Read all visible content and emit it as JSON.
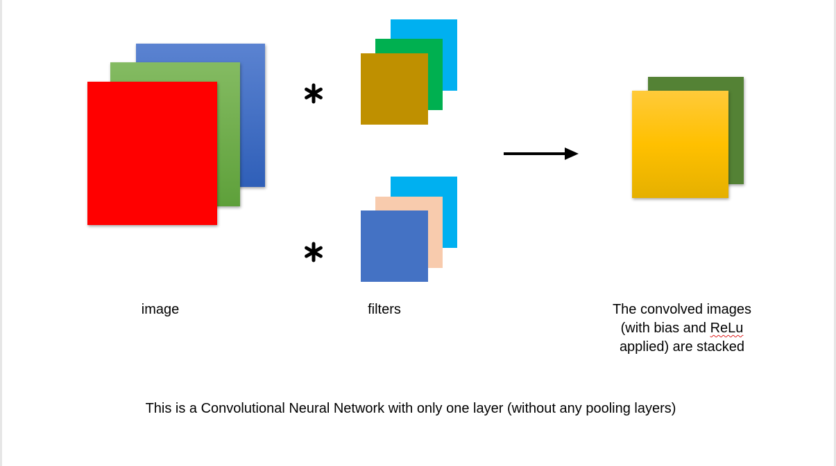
{
  "labels": {
    "image": "image",
    "filters": "filters",
    "output_line1": "The convolved images",
    "output_line2_pre": "(with bias and ",
    "output_line2_word": "ReLu",
    "output_line3": "applied) are stacked",
    "caption": "This is a Convolutional Neural Network with only one layer (without any pooling layers)"
  },
  "operators": {
    "convolution": "*"
  },
  "colors": {
    "image_red": "#ff0000",
    "image_green": "#70ad47",
    "image_blue": "#4472c4",
    "filter1_back": "#00b0f0",
    "filter1_mid": "#00b050",
    "filter1_front": "#bf9000",
    "filter2_back": "#00b0f0",
    "filter2_mid": "#f8cbad",
    "filter2_front": "#4472c4",
    "output_back": "#548235",
    "output_front": "#ffc000",
    "arrow": "#000000"
  }
}
